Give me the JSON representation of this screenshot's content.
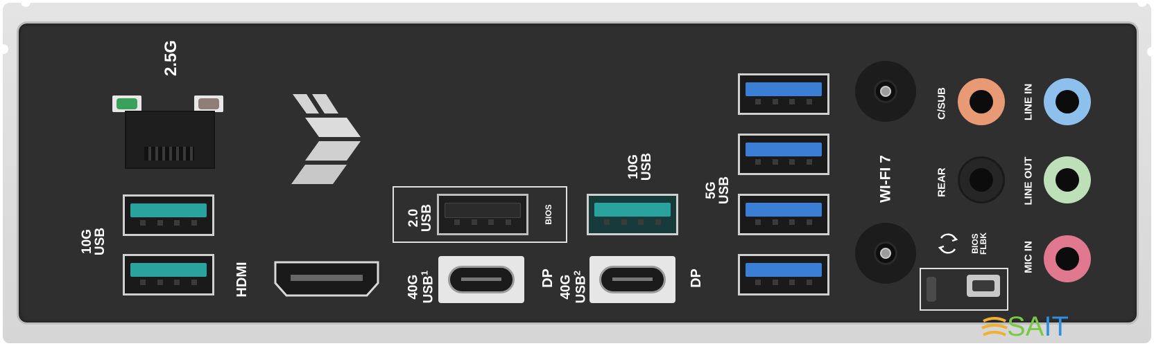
{
  "panel": {
    "type": "motherboard rear I/O panel",
    "colors": {
      "bracket": "#d9d9d9",
      "panel": "#2f2f2f",
      "usb10g_teal": "#2aa39f",
      "usb5g_blue": "#3a7fd5",
      "csub_orange": "#e79a74",
      "line_in_blue": "#8dc0ec",
      "line_out_green": "#bde0b8",
      "mic_in_pink": "#e0788f",
      "rear_black": "#262626"
    }
  },
  "lan": {
    "label": "2.5G"
  },
  "usb_left": {
    "speed": "10G",
    "label": "USB"
  },
  "hdmi": {
    "label": "HDMI"
  },
  "usb20": {
    "version": "2.0",
    "label": "USB",
    "bios_label": "BIOS"
  },
  "usb_mid": {
    "speed": "10G",
    "label": "USB"
  },
  "typec1": {
    "speed": "40G",
    "label": "USB",
    "index": "1",
    "dp": "DP"
  },
  "typec2": {
    "speed": "40G",
    "label": "USB",
    "index": "2",
    "dp": "DP"
  },
  "usb5g": {
    "speed": "5G",
    "label": "USB"
  },
  "wifi": {
    "label": "WI-FI 7"
  },
  "audio": {
    "csub": "C/SUB",
    "rear": "REAR",
    "line_in": "LINE IN",
    "line_out": "LINE OUT",
    "mic_in": "MIC IN"
  },
  "bios_flbk": {
    "line1": "BIOS",
    "line2": "FLBK"
  },
  "watermark": {
    "s": "S",
    "a": "A",
    "it": "IT"
  }
}
